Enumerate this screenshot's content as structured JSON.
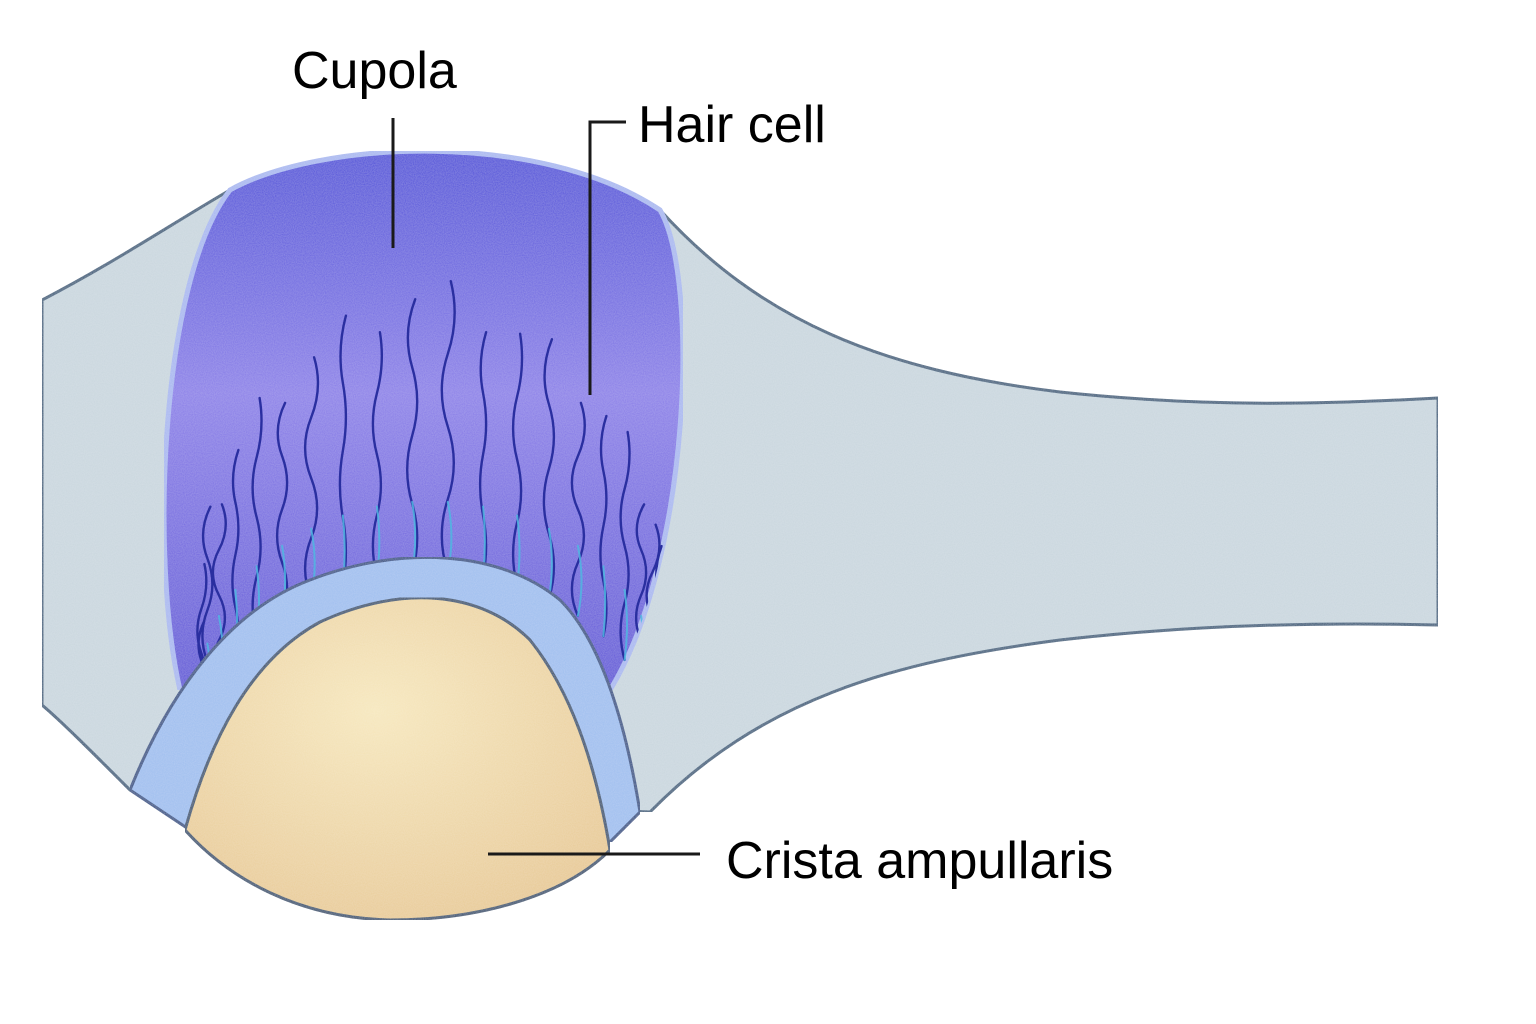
{
  "labels": {
    "cupola": "Cupola",
    "hair_cell": "Hair cell",
    "crista": "Crista ampullaris"
  },
  "colors": {
    "background": "#ffffff",
    "canal_fill": "#c9d6de",
    "canal_stroke": "#3e5f7d",
    "cupola_top": "#4a4ad8",
    "cupola_mid": "#8a7ee8",
    "cupola_bottom": "#5a50d6",
    "hair_stroke": "#2a2fa0",
    "hair_tip": "#4fb6e0",
    "membrane_fill": "#9ebeef",
    "membrane_stroke": "#2e4f86",
    "crista_light": "#f6e7bc",
    "crista_dark": "#e6c690",
    "crista_stroke": "#355070"
  }
}
